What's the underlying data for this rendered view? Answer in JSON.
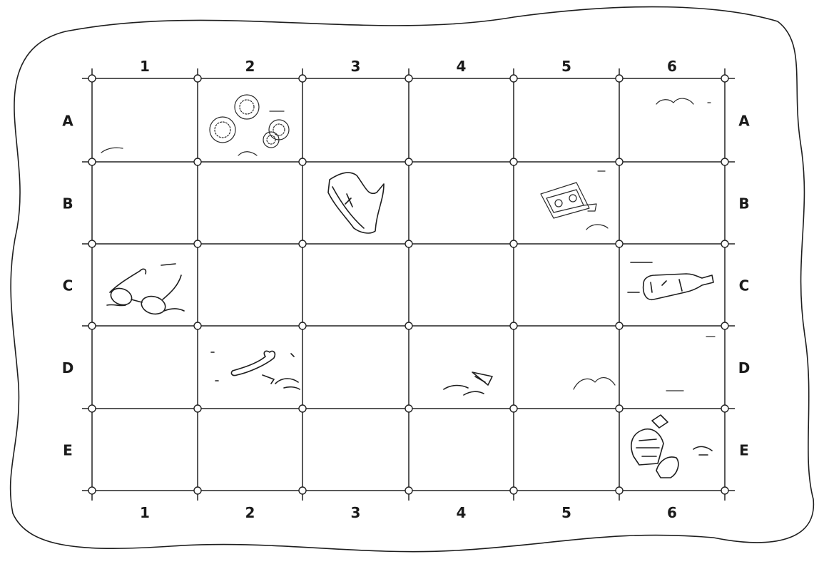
{
  "grid": {
    "columns": [
      "1",
      "2",
      "3",
      "4",
      "5",
      "6"
    ],
    "rows": [
      "A",
      "B",
      "C",
      "D",
      "E"
    ]
  },
  "items": [
    {
      "name": "coins",
      "cell": "A2"
    },
    {
      "name": "sneaker",
      "cell": "B3"
    },
    {
      "name": "cassette-tape",
      "cell": "B5"
    },
    {
      "name": "eyeglasses",
      "cell": "C1"
    },
    {
      "name": "bottle",
      "cell": "C6"
    },
    {
      "name": "bone",
      "cell": "D2"
    },
    {
      "name": "arrowhead",
      "cell": "D4"
    },
    {
      "name": "broken-pottery",
      "cell": "E6"
    }
  ]
}
